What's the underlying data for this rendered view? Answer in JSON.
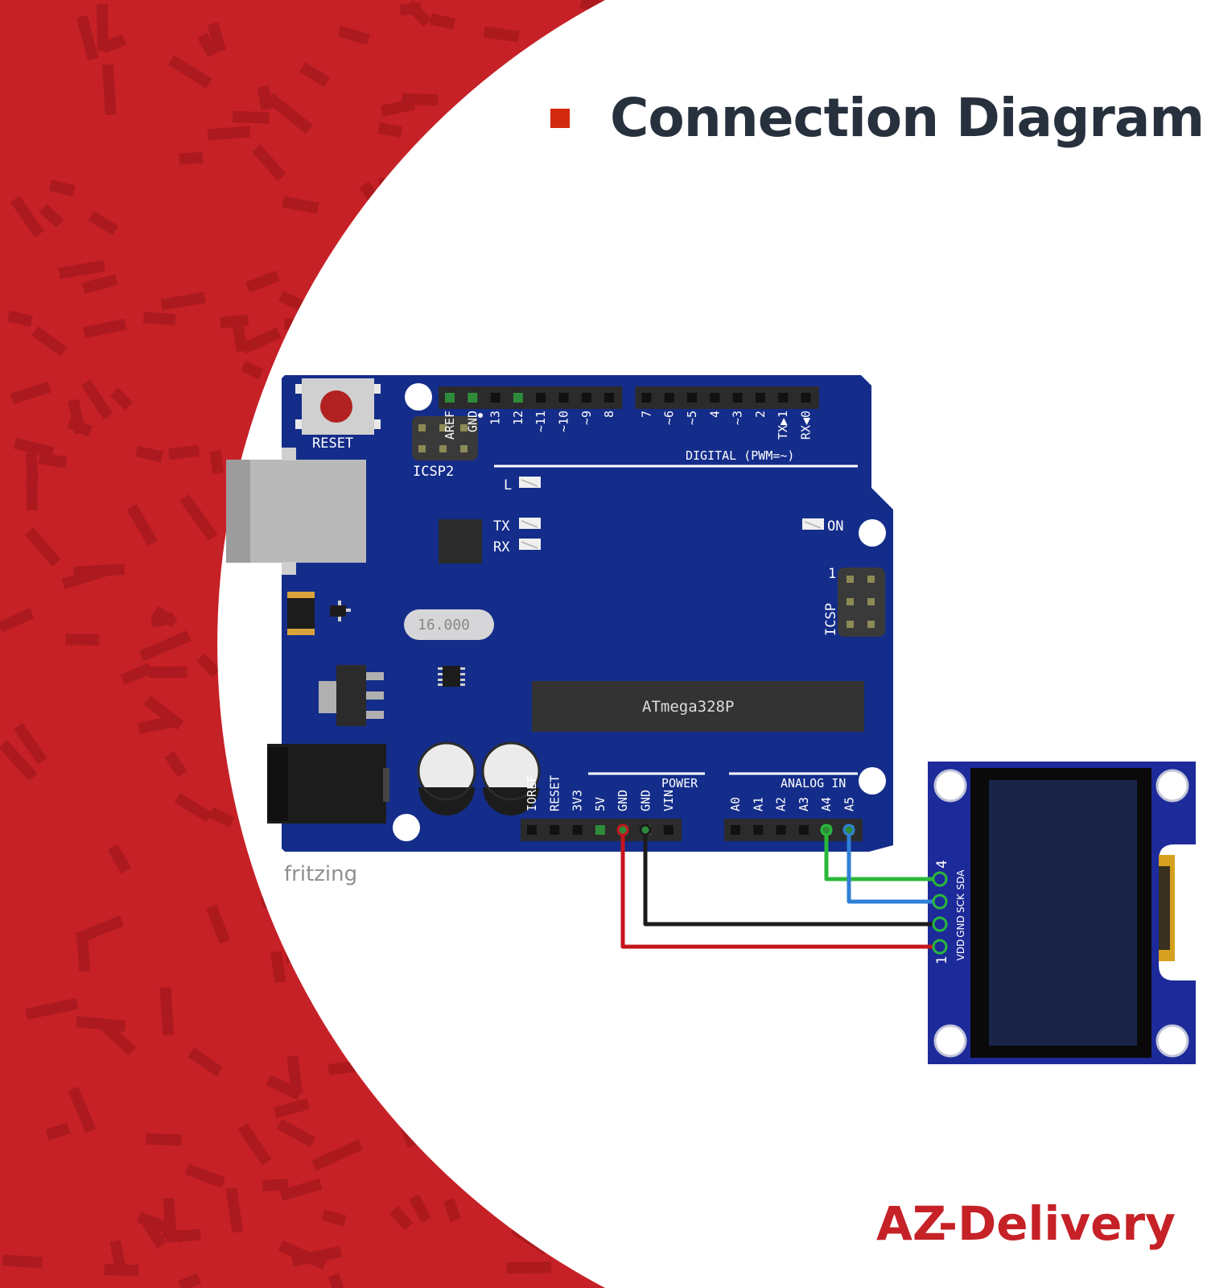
{
  "title": "Connection Diagram",
  "colors": {
    "red_background": "#c62127",
    "title_bullet": "#d2290f",
    "title_text": "#27303d",
    "board": "#142d8a",
    "oled_board": "#1d2a9a",
    "oled_screen": "#1a2449",
    "wire_5v": "#c4161c",
    "wire_gnd": "#1c1c1c",
    "wire_a4": "#2ab83a",
    "wire_a5": "#2f7fd8",
    "logo": "#c62127"
  },
  "board": {
    "reset": "RESET",
    "icsp2": "ICSP2",
    "digital_pins": [
      "AREF",
      "GND",
      "13",
      "12",
      "~11",
      "~10",
      "~9",
      "8",
      "7",
      "~6",
      "~5",
      "4",
      "~3",
      "2",
      "TX▶1",
      "RX◀0"
    ],
    "digital_label": "DIGITAL (PWM=~)",
    "led_l": "L",
    "led_tx": "TX",
    "led_rx": "RX",
    "led_on": "ON",
    "icsp": "ICSP",
    "icsp_pin1": "1",
    "crystal": "16.000",
    "chip": "ATmega328P",
    "power_label": "POWER",
    "power_pins": [
      "IOREF",
      "RESET",
      "3V3",
      "5V",
      "GND",
      "GND",
      "VIN"
    ],
    "analog_label": "ANALOG IN",
    "analog_pins": [
      "A0",
      "A1",
      "A2",
      "A3",
      "A4",
      "A5"
    ]
  },
  "oled": {
    "pin_labels": [
      "VDD",
      "GND",
      "SCK",
      "SDA"
    ],
    "pin_first": "1",
    "pin_last": "4"
  },
  "fritzing": "fritzing",
  "logo": {
    "az": "AZ",
    "delivery": "-Delivery"
  }
}
